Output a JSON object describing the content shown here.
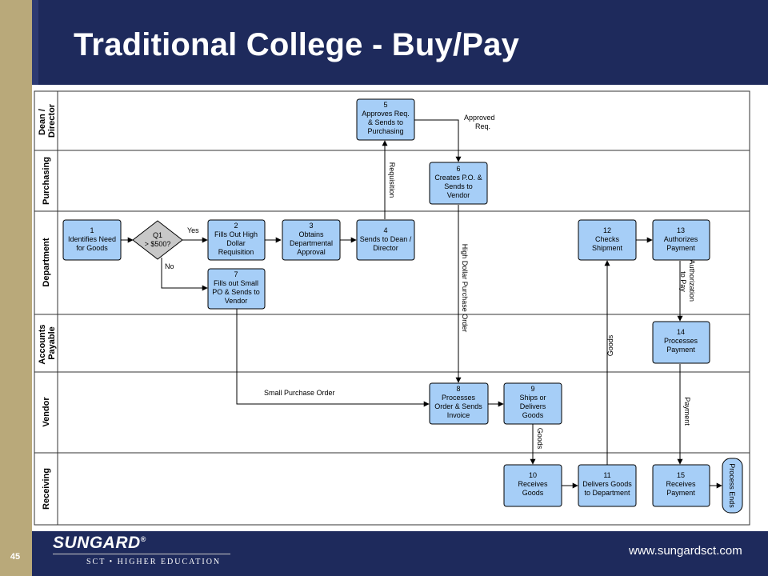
{
  "slide": {
    "title": "Traditional College - Buy/Pay",
    "page_number": "45",
    "brand": "SUNGARD",
    "brand_mark": "®",
    "brand_sub": "SCT • HIGHER EDUCATION",
    "url": "www.sungardsct.com"
  },
  "lanes": [
    {
      "label": [
        "Dean /",
        "Director"
      ]
    },
    {
      "label": [
        "Purchasing"
      ]
    },
    {
      "label": [
        "Department"
      ]
    },
    {
      "label": [
        "Accounts",
        "Payable"
      ]
    },
    {
      "label": [
        "Vendor"
      ]
    },
    {
      "label": [
        "Receiving"
      ]
    }
  ],
  "steps": {
    "s1": [
      "1",
      "Identifies Need",
      "for Goods"
    ],
    "q1": [
      "Q1",
      "> $500?"
    ],
    "s2": [
      "2",
      "Fills Out High",
      "Dollar",
      "Requisition"
    ],
    "s3": [
      "3",
      "Obtains",
      "Departmental",
      "Approval"
    ],
    "s4": [
      "4",
      "Sends to Dean /",
      "Director"
    ],
    "s5": [
      "5",
      "Approves Req.",
      "& Sends to",
      "Purchasing"
    ],
    "s6": [
      "6",
      "Creates P.O. &",
      "Sends to",
      "Vendor"
    ],
    "s7": [
      "7",
      "Fills out Small",
      "PO & Sends to",
      "Vendor"
    ],
    "s8": [
      "8",
      "Processes",
      "Order & Sends",
      "Invoice"
    ],
    "s9": [
      "9",
      "Ships or",
      "Delivers",
      "Goods"
    ],
    "s10": [
      "10",
      "Receives",
      "Goods"
    ],
    "s11": [
      "11",
      "Delivers Goods",
      "to Department"
    ],
    "s12": [
      "12",
      "Checks",
      "Shipment"
    ],
    "s13": [
      "13",
      "Authorizes",
      "Payment"
    ],
    "s14": [
      "14",
      "Processes",
      "Payment"
    ],
    "s15": [
      "15",
      "Receives",
      "Payment"
    ],
    "end": "Process Ends"
  },
  "edge_labels": {
    "yes": "Yes",
    "no": "No",
    "approved_req": [
      "Approved",
      "Req."
    ],
    "requisition": "Requisition",
    "high_dollar_po": "High Dollar Purchase Order",
    "small_po": "Small Purchase Order",
    "goods_vendor": "Goods",
    "goods_receiving": "Goods",
    "authorization": [
      "Authorization",
      "to Pay"
    ],
    "payment": "Payment"
  }
}
